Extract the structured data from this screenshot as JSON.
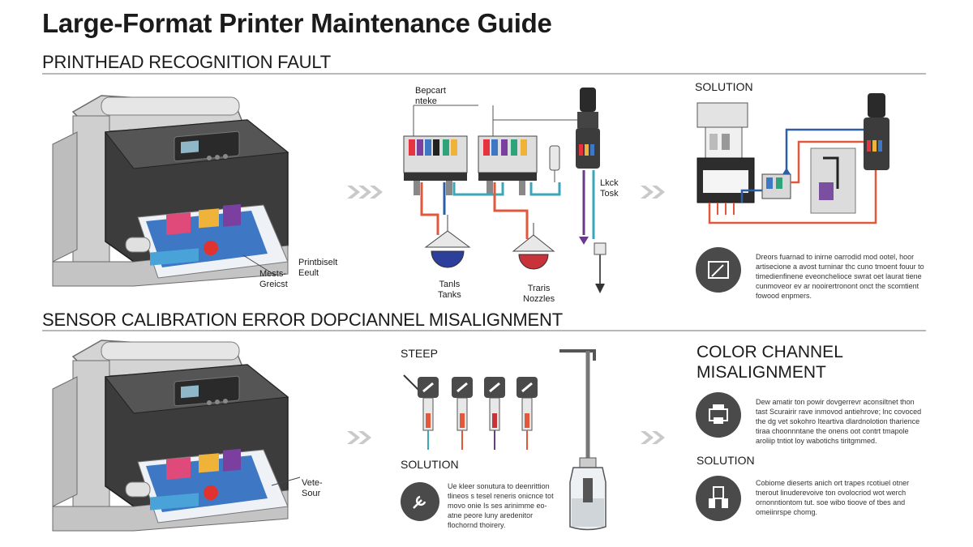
{
  "title": "Large-Format Printer Maintenance Guide",
  "section1": {
    "heading": "PRINTHEAD RECOGNITION FAULT",
    "printer_callout": [
      "Mests-",
      "Greicst"
    ],
    "printer_callout_right": [
      "Printbiselt",
      "Eeult"
    ],
    "diagram_label_top": [
      "Bepcart",
      "nteke"
    ],
    "diagram_label_ink": [
      "Lkck",
      "Tosk"
    ],
    "tank_label_left": [
      "Tanls",
      "Tanks"
    ],
    "tank_label_right": [
      "Traris",
      "Nozzles"
    ],
    "solution_heading": "SOLUTION",
    "solution_text": "Dreors fuarnad to inirne oarrodid mod ootel, hoor artisecione a avost turninar thc cuno tmoent fouur to timedienfinene eveonchelioce swrat oet laurat tiene cunmoveor ev ar nooirertronont onct the scomtient fowood enpmers."
  },
  "section2": {
    "heading": "SENSOR CALIBRATION ERROR DOPCIANNEL MISALIGNMENT",
    "printer_callout": [
      "Vete-",
      "Sour"
    ],
    "step_heading": "STEEP",
    "solution_heading_left": "SOLUTION",
    "solution_text_left": "Ue kleer sonutura to deenrittion tlineos s tesel reneris onicnce tot movo onie Is ses arinimme eo-atne peore luny aredenitor flochornd thoirery.",
    "right_heading": "COLOR CHANNEL MISALIGNMENT",
    "right_text": "Dew amatir ton powir dovgerrevr aconsiltnet thon tast Scurairir rave inmovod antiehrove; lnc covoced the dg vet sokohro Iteartiva dlardnolotion tharience tiraa choonnntane the onens oot contrt tmapole aroliip tntiot loy wabotichs tiritgmmed.",
    "solution_heading_right": "SOLUTION",
    "solution_text_right": "Cobiome dieserts anich ort trapes rcotiuel otner tnerout linuderevoive ton ovolocriod wot werch ornonntiontom tut. soe wibo tioove of tbes and omeiinrspe chomg."
  },
  "colors": {
    "arrow": "#c9c9c9",
    "red_line": "#e2583c",
    "blue_line": "#2d5fa6",
    "teal_line": "#3aa7b8",
    "purple_line": "#6a3a8c",
    "dark_icon": "#4a4a4a",
    "tank_blue": "#2c3f9a",
    "tank_red": "#c8323a"
  }
}
